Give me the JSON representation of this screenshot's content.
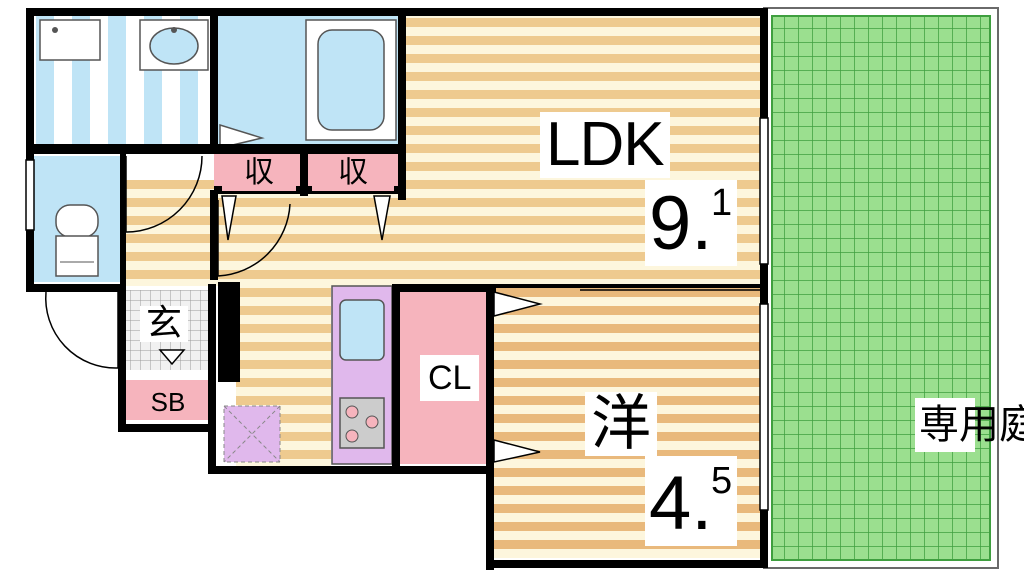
{
  "rooms": {
    "ldk": {
      "name": "LDK",
      "area_main": "9.",
      "area_sub": "1"
    },
    "western": {
      "name": "洋",
      "area_main": "4.",
      "area_sub": "5"
    },
    "closet": {
      "name": "CL"
    },
    "storage_1": {
      "name": "収"
    },
    "storage_2": {
      "name": "収"
    },
    "entrance": {
      "name": "玄"
    },
    "shoe_box": {
      "name": "SB"
    },
    "private_garden": {
      "name": "専用庭"
    }
  },
  "colors": {
    "wood_stripe": "#eeca8f",
    "wood_stripe_light": "#fdf6dd",
    "bath_blue": "#bfe4f6",
    "garden_green": "#9bdf8f",
    "garden_grid": "#3f9f3f",
    "pink": "#f6b4bd",
    "kitchen_purple": "#e0b8ec",
    "wall": "#000000"
  }
}
